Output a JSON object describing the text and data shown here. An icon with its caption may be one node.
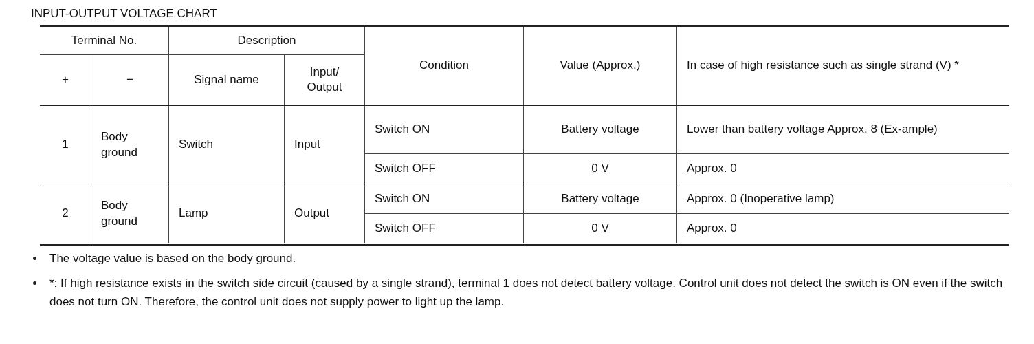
{
  "diagram": {
    "title": "INPUT-OUTPUT VOLTAGE CHART",
    "labels": [
      "Terminal No.",
      "Description",
      "Condition",
      "Value (Approx.)",
      "In case of high resistance such as single strand (V) *",
      "+",
      "−",
      "Signal name",
      "Input/ Output",
      "1",
      "Body ground",
      "Switch",
      "Input",
      "Switch ON",
      "Battery voltage",
      "Lower than battery voltage Approx. 8 (Ex-ample)",
      "Switch OFF",
      "0 V",
      "Approx. 0",
      "2",
      "Body ground",
      "Lamp",
      "Output",
      "Switch ON",
      "Battery voltage",
      "Approx. 0 (Inoperative lamp)",
      "Switch OFF",
      "0 V",
      "Approx. 0",
      "The voltage value is based on the body ground.",
      "*: If high resistance exists in the switch side circuit (caused by a single strand), terminal 1 does not detect battery voltage. Control unit does not detect the switch is ON even if the switch does not turn ON. Therefore, the control unit does not supply power to light up the lamp."
    ]
  }
}
